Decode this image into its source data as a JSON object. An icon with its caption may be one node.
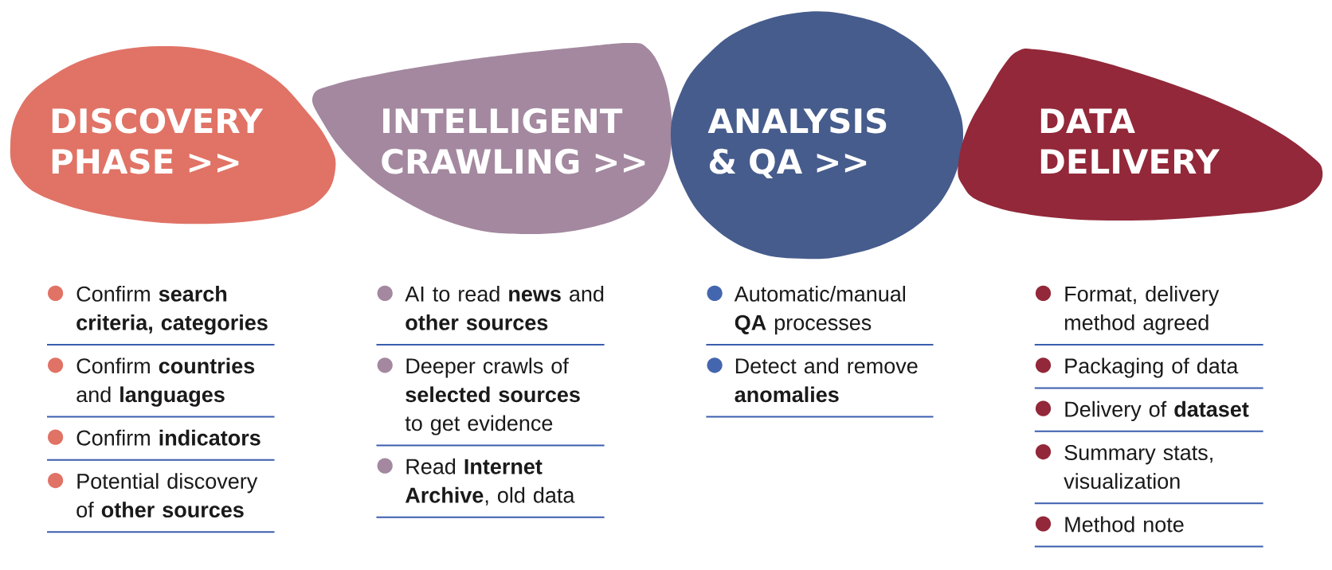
{
  "diagram": {
    "nodes": [
      {
        "text": [
          "DISCOVERY PHASE >>"
        ],
        "beside": [
          "Confirm **search criteria, categories**",
          "Confirm **countries** and **languages**",
          "Confirm **indicators**",
          "Potential discovery of **other sources**"
        ]
      },
      {
        "text": [
          "INTELLIGENT CRAWLING >>"
        ],
        "beside": [
          "AI to read **news** and **other sources**",
          "Deeper crawls of **selected sources** to get evidence",
          "Read **Internet Archive**, old data"
        ]
      },
      {
        "text": [
          "ANALYSIS & QA >>"
        ],
        "beside": [
          "Automatic/manual **QA** processes",
          "Detect and remove **anomalies**"
        ]
      },
      {
        "text": [
          "DATA DELIVERY"
        ],
        "beside": [
          "Format, delivery method agreed",
          "Packaging of data",
          "Delivery of **dataset**",
          "Summary stats, visualization",
          "Method note"
        ]
      }
    ]
  }
}
